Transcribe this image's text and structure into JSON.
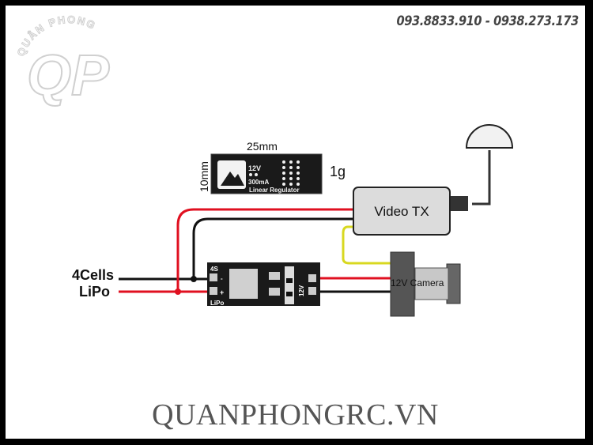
{
  "header": {
    "phone": "093.8833.910 - 0938.273.173"
  },
  "watermark": {
    "brand_arc": "QUÂN PHONG",
    "monogram": "QP"
  },
  "regulator": {
    "width_label": "25mm",
    "height_label": "10mm",
    "weight_label": "1g",
    "voltage": "12V",
    "current": "300mA",
    "name": "Linear Regulator"
  },
  "battery": {
    "line1": "4Cells",
    "line2": "LiPo"
  },
  "board": {
    "input_label": "4S",
    "input_sub": "LiPo",
    "minus": "-",
    "plus": "+",
    "output_label": "12V",
    "out_plus": "+",
    "out_minus": "-"
  },
  "video_tx": {
    "label": "Video TX"
  },
  "camera": {
    "label": "12V Camera"
  },
  "footer": {
    "website": "QUANPHONGRC.VN"
  },
  "colors": {
    "red_wire": "#e01020",
    "black_wire": "#111111",
    "yellow_wire": "#d8d820",
    "tx_fill": "#dcdcdc",
    "camera_dark": "#555555",
    "camera_light": "#c8c8c8"
  }
}
